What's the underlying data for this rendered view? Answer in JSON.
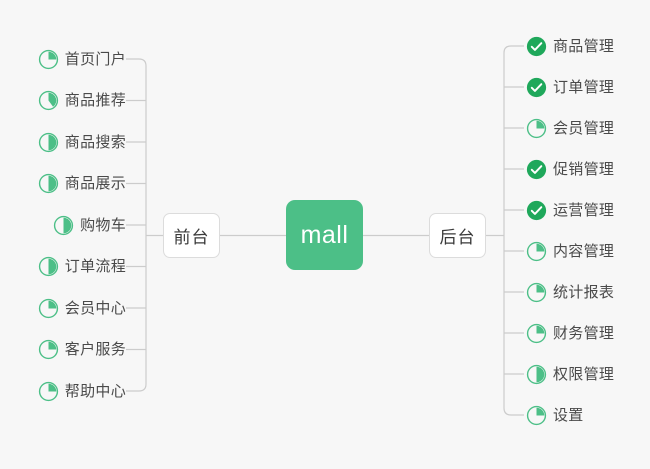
{
  "diagram": {
    "title": "mall",
    "background_color": "#f7f7f7",
    "accent_color": "#4CBF87",
    "node_border_color": "#dcdcdc",
    "connector_color": "#cccccc",
    "label_color": "#4a4a4a",
    "root": {
      "label": "mall"
    },
    "branches": [
      {
        "id": "frontend",
        "label": "前台",
        "side": "left",
        "items": [
          {
            "label": "首页门户",
            "icon": "progress-pie-icon",
            "progress": 25,
            "status": "in-progress"
          },
          {
            "label": "商品推荐",
            "icon": "progress-pie-icon",
            "progress": 40,
            "status": "in-progress"
          },
          {
            "label": "商品搜索",
            "icon": "progress-pie-icon",
            "progress": 50,
            "status": "in-progress"
          },
          {
            "label": "商品展示",
            "icon": "progress-pie-icon",
            "progress": 50,
            "status": "in-progress"
          },
          {
            "label": "购物车",
            "icon": "progress-pie-icon",
            "progress": 50,
            "status": "in-progress"
          },
          {
            "label": "订单流程",
            "icon": "progress-pie-icon",
            "progress": 50,
            "status": "in-progress"
          },
          {
            "label": "会员中心",
            "icon": "progress-pie-icon",
            "progress": 25,
            "status": "in-progress"
          },
          {
            "label": "客户服务",
            "icon": "progress-pie-icon",
            "progress": 25,
            "status": "in-progress"
          },
          {
            "label": "帮助中心",
            "icon": "progress-pie-icon",
            "progress": 25,
            "status": "in-progress"
          }
        ]
      },
      {
        "id": "backend",
        "label": "后台",
        "side": "right",
        "items": [
          {
            "label": "商品管理",
            "icon": "check-circle-icon",
            "progress": 100,
            "status": "done"
          },
          {
            "label": "订单管理",
            "icon": "check-circle-icon",
            "progress": 100,
            "status": "done"
          },
          {
            "label": "会员管理",
            "icon": "progress-pie-icon",
            "progress": 25,
            "status": "in-progress"
          },
          {
            "label": "促销管理",
            "icon": "check-circle-icon",
            "progress": 100,
            "status": "done"
          },
          {
            "label": "运营管理",
            "icon": "check-circle-icon",
            "progress": 100,
            "status": "done"
          },
          {
            "label": "内容管理",
            "icon": "progress-pie-icon",
            "progress": 25,
            "status": "in-progress"
          },
          {
            "label": "统计报表",
            "icon": "progress-pie-icon",
            "progress": 25,
            "status": "in-progress"
          },
          {
            "label": "财务管理",
            "icon": "progress-pie-icon",
            "progress": 25,
            "status": "in-progress"
          },
          {
            "label": "权限管理",
            "icon": "progress-pie-icon",
            "progress": 50,
            "status": "in-progress"
          },
          {
            "label": "设置",
            "icon": "progress-pie-icon",
            "progress": 25,
            "status": "in-progress"
          }
        ]
      }
    ]
  }
}
